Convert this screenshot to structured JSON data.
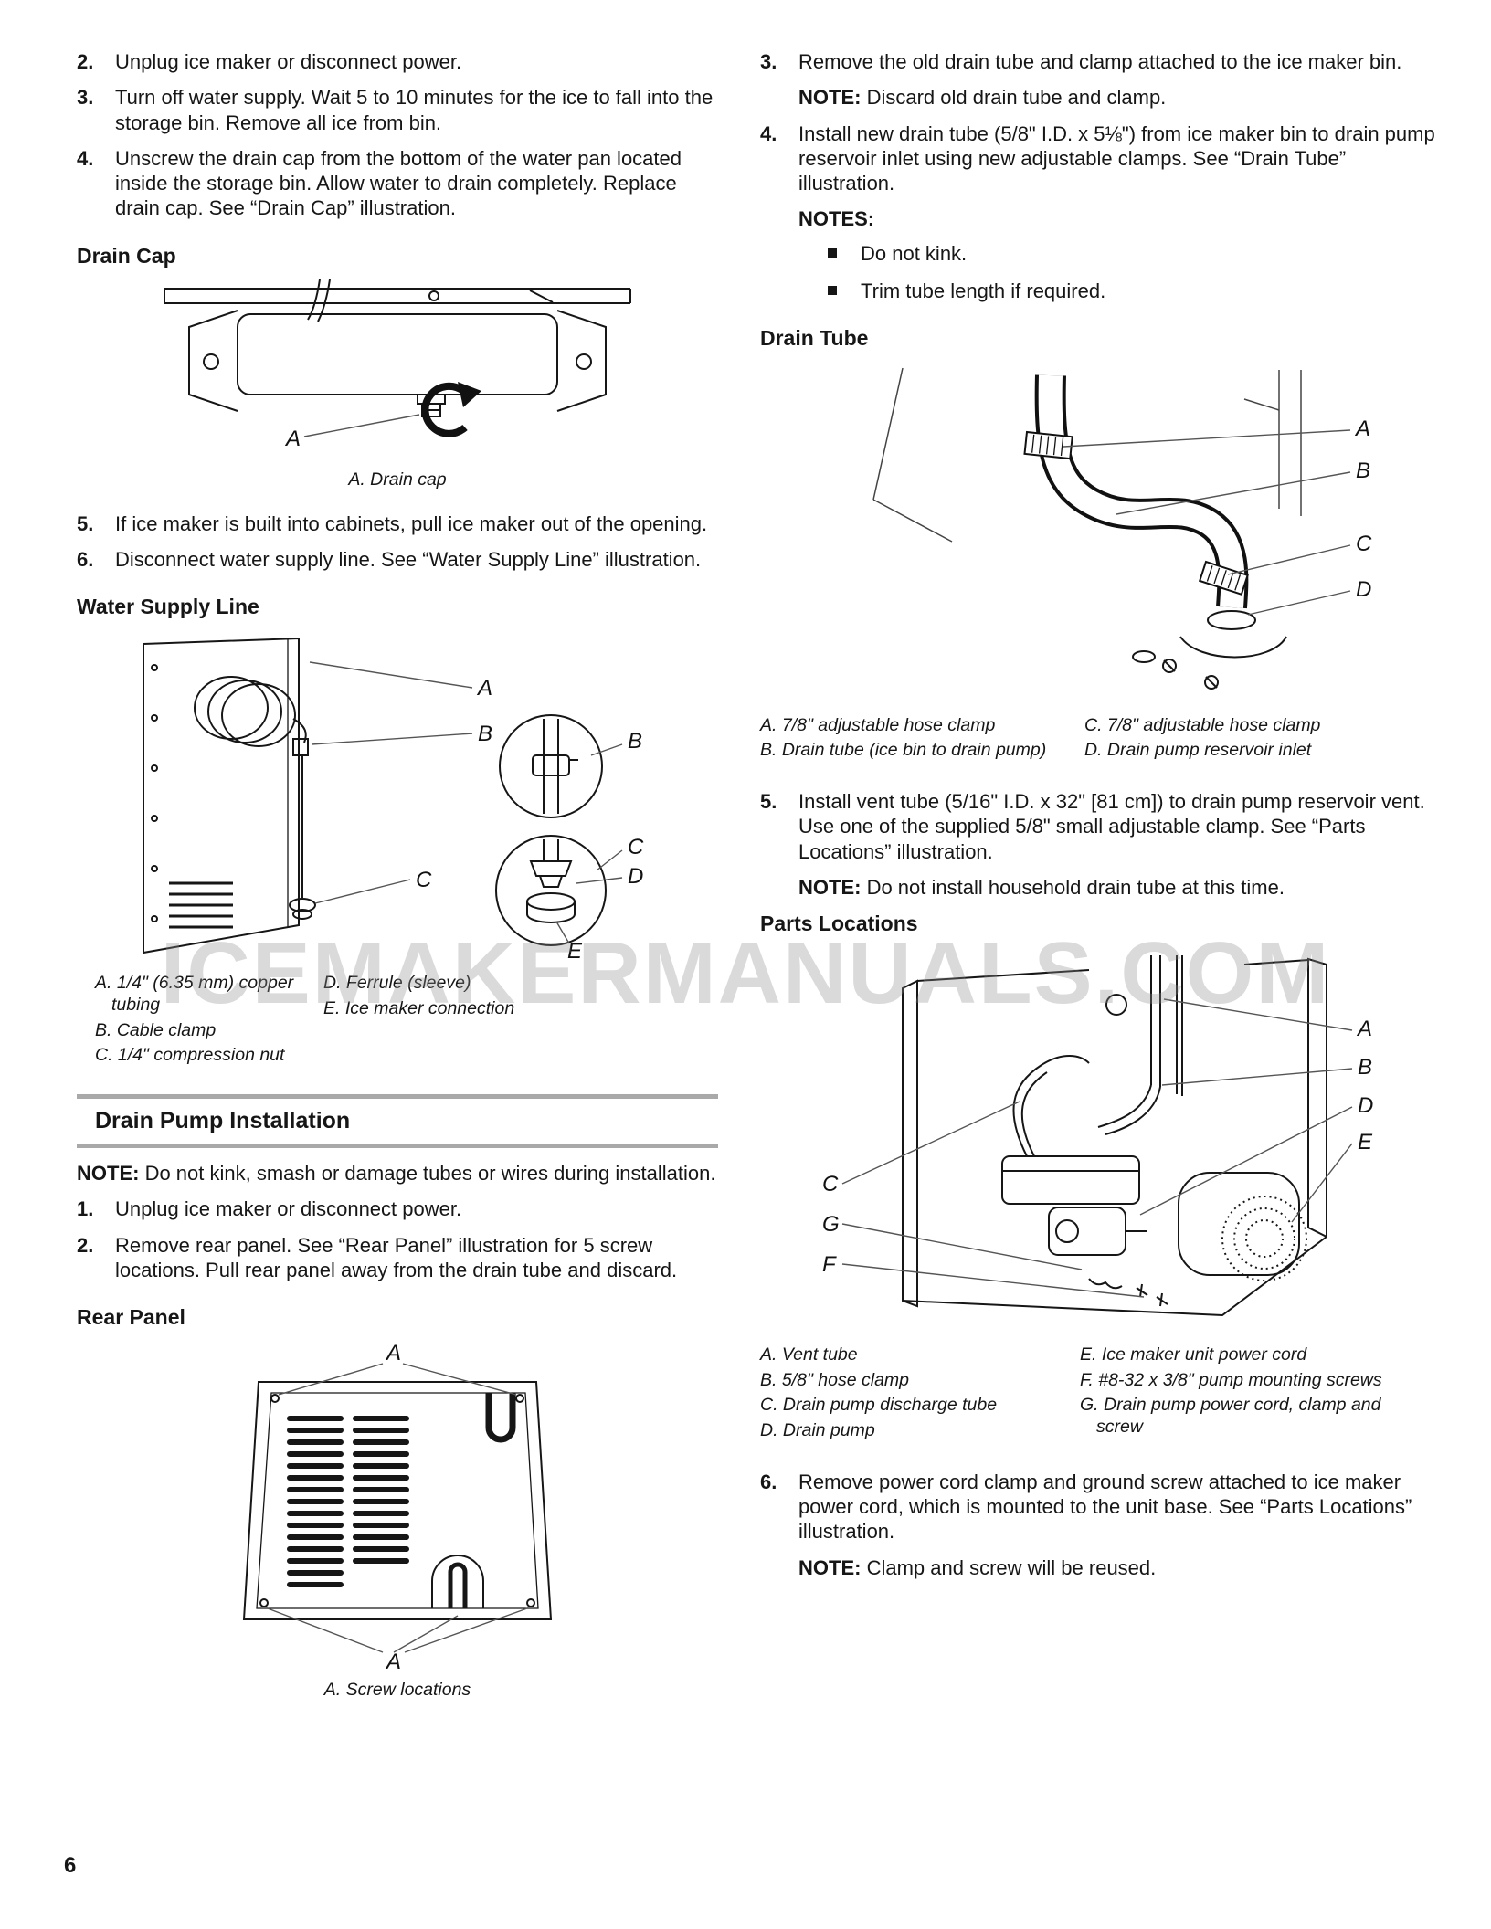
{
  "page": {
    "number": "6",
    "watermark": "ICEMAKERMANUALS.COM"
  },
  "left": {
    "steps_top": [
      {
        "num": "2.",
        "text": "Unplug ice maker or disconnect power."
      },
      {
        "num": "3.",
        "text": "Turn off water supply. Wait 5 to 10 minutes for the ice to fall into the storage bin. Remove all ice from bin."
      },
      {
        "num": "4.",
        "text": "Unscrew the drain cap from the bottom of the water pan located inside the storage bin. Allow water to drain completely. Replace drain cap. See “Drain Cap” illustration."
      }
    ],
    "drain_cap": {
      "heading": "Drain Cap",
      "label": "A",
      "caption": "A. Drain cap"
    },
    "steps_mid": [
      {
        "num": "5.",
        "text": "If ice maker is built into cabinets, pull ice maker out of the opening."
      },
      {
        "num": "6.",
        "text": "Disconnect water supply line. See “Water Supply Line” illustration."
      }
    ],
    "water_supply": {
      "heading": "Water Supply Line",
      "labels": {
        "a": "A",
        "b": "B",
        "b_detail": "B",
        "c": "C",
        "c_detail": "C",
        "d": "D",
        "e": "E"
      },
      "captions_col1": [
        "A. 1/4\" (6.35 mm) copper tubing",
        "B. Cable clamp",
        "C. 1/4\" compression nut"
      ],
      "captions_col2": [
        "D. Ferrule (sleeve)",
        "E. Ice maker connection"
      ]
    },
    "pump_section": {
      "heading": "Drain Pump Installation",
      "note_label": "NOTE:",
      "note_text": " Do not kink, smash or damage tubes or wires during installation.",
      "steps": [
        {
          "num": "1.",
          "text": "Unplug ice maker or disconnect power."
        },
        {
          "num": "2.",
          "text": "Remove rear panel. See “Rear Panel” illustration for 5 screw locations. Pull rear panel away from the drain tube and discard."
        }
      ]
    },
    "rear_panel": {
      "heading": "Rear Panel",
      "label_top": "A",
      "label_bottom": "A",
      "caption": "A. Screw locations"
    }
  },
  "right": {
    "step3": {
      "num": "3.",
      "text": "Remove the old drain tube and clamp attached to the ice maker bin.",
      "note_label": "NOTE:",
      "note_text": " Discard old drain tube and clamp."
    },
    "step4": {
      "num": "4.",
      "text": "Install new drain tube (5/8\" I.D. x 5⅛\") from ice maker bin to drain pump reservoir inlet using new adjustable clamps. See “Drain Tube” illustration.",
      "notes_label": "NOTES:",
      "bullets": [
        "Do not kink.",
        "Trim tube length if required."
      ]
    },
    "drain_tube": {
      "heading": "Drain Tube",
      "labels": {
        "a": "A",
        "b": "B",
        "c": "C",
        "d": "D"
      },
      "captions_col1": [
        "A. 7/8\" adjustable hose clamp",
        "B. Drain tube (ice bin to drain pump)"
      ],
      "captions_col2": [
        "C. 7/8\" adjustable hose clamp",
        "D. Drain pump reservoir inlet"
      ]
    },
    "step5": {
      "num": "5.",
      "text": "Install vent tube (5/16\" I.D. x 32\" [81 cm]) to drain pump reservoir vent. Use one of the supplied 5/8\" small adjustable clamp. See “Parts Locations” illustration.",
      "note_label": "NOTE:",
      "note_text": " Do not install household drain tube at this time."
    },
    "parts_locations": {
      "heading": "Parts Locations",
      "labels": {
        "a": "A",
        "b": "B",
        "c": "C",
        "d": "D",
        "e": "E",
        "f": "F",
        "g": "G"
      },
      "captions_col1": [
        "A. Vent tube",
        "B. 5/8\" hose clamp",
        "C. Drain pump discharge tube",
        "D. Drain pump"
      ],
      "captions_col2": [
        "E. Ice maker unit power cord",
        "F. #8-32 x 3/8\" pump mounting screws",
        "G. Drain pump power cord, clamp and screw"
      ]
    },
    "step6": {
      "num": "6.",
      "text": "Remove power cord clamp and ground screw attached to ice maker power cord, which is mounted to the unit base. See “Parts Locations” illustration.",
      "note_label": "NOTE:",
      "note_text": " Clamp and screw will be reused."
    }
  }
}
